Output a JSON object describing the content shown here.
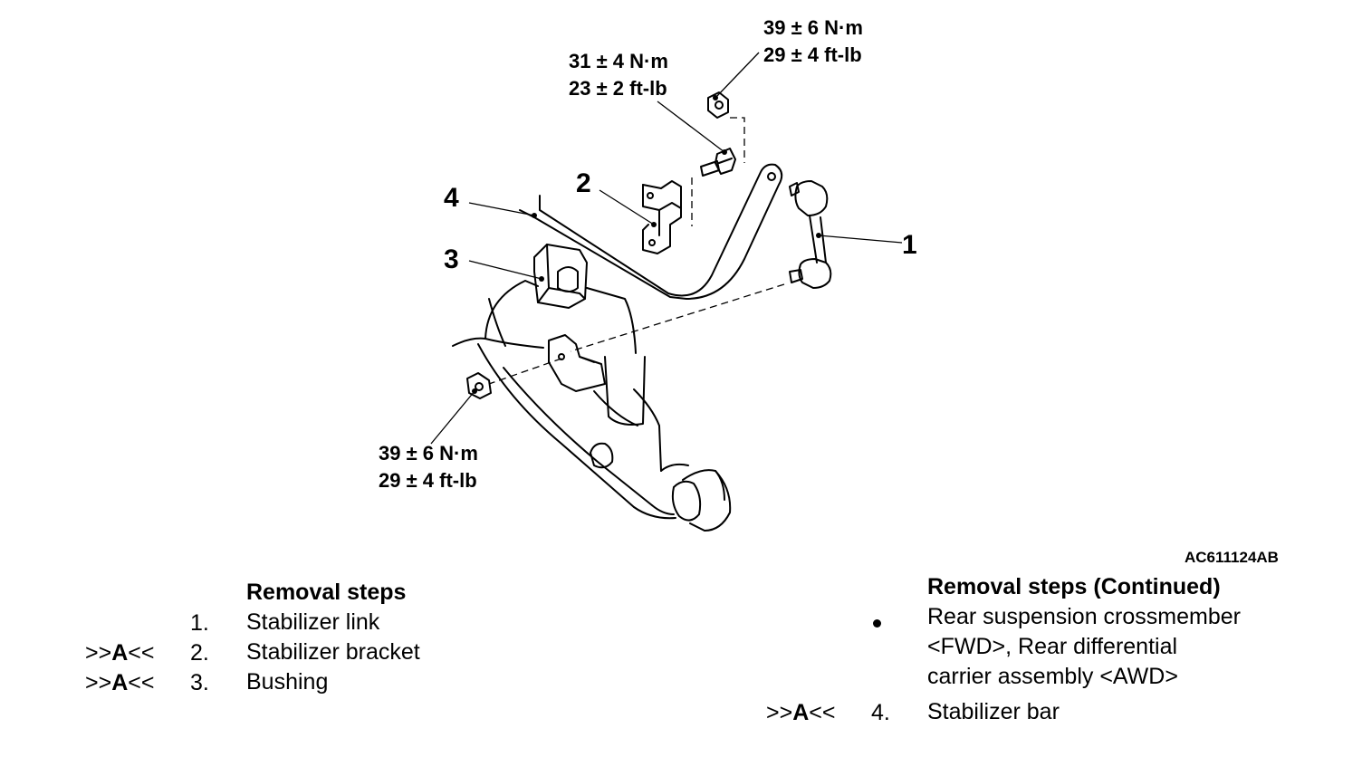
{
  "diagram": {
    "part_numbers": [
      "1",
      "2",
      "3",
      "4"
    ],
    "torque_top_right": [
      "39 ± 6 N·m",
      "29 ± 4 ft-lb"
    ],
    "torque_top_middle": [
      "31 ± 4 N·m",
      "23 ± 2 ft-lb"
    ],
    "torque_bottom": [
      "39 ± 6 N·m",
      "29 ± 4 ft-lb"
    ],
    "figure_code": "AC611124AB"
  },
  "left_steps": {
    "title": "Removal steps",
    "items": [
      {
        "mark_pre": "",
        "mark_A": "",
        "mark_post": "",
        "index": "1.",
        "text": "Stabilizer link"
      },
      {
        "mark_pre": ">>",
        "mark_A": "A",
        "mark_post": "<<",
        "index": "2.",
        "text": "Stabilizer bracket"
      },
      {
        "mark_pre": ">>",
        "mark_A": "A",
        "mark_post": "<<",
        "index": "3.",
        "text": "Bushing"
      }
    ]
  },
  "right_steps": {
    "title": "Removal steps (Continued)",
    "items": [
      {
        "mark_pre": "",
        "mark_A": "",
        "mark_post": "",
        "index": "",
        "lines": [
          "Rear suspension crossmember",
          "<FWD>, Rear differential",
          "carrier assembly <AWD>"
        ]
      },
      {
        "mark_pre": ">>",
        "mark_A": "A",
        "mark_post": "<<",
        "index": "4.",
        "lines": [
          "Stabilizer bar"
        ]
      }
    ]
  }
}
